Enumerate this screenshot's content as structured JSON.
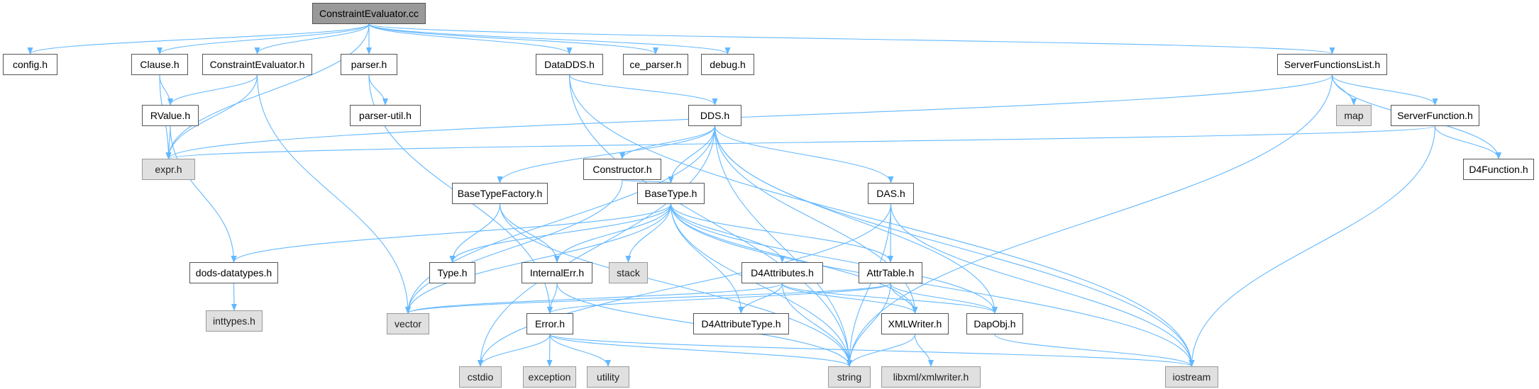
{
  "title": "ConstraintEvaluator.cc",
  "edge_color": "#63b8ff",
  "nodes": {
    "ConstraintEvaluator_cc": {
      "label": "ConstraintEvaluator.cc",
      "kind": "root"
    },
    "config_h": {
      "label": "config.h",
      "kind": "file"
    },
    "Clause_h": {
      "label": "Clause.h",
      "kind": "file"
    },
    "ConstraintEvaluator_h": {
      "label": "ConstraintEvaluator.h",
      "kind": "file"
    },
    "parser_h": {
      "label": "parser.h",
      "kind": "file"
    },
    "DataDDS_h": {
      "label": "DataDDS.h",
      "kind": "file"
    },
    "ce_parser_h": {
      "label": "ce_parser.h",
      "kind": "file"
    },
    "debug_h": {
      "label": "debug.h",
      "kind": "file"
    },
    "ServerFunctionsList_h": {
      "label": "ServerFunctionsList.h",
      "kind": "file"
    },
    "RValue_h": {
      "label": "RValue.h",
      "kind": "file"
    },
    "parser_util_h": {
      "label": "parser-util.h",
      "kind": "file"
    },
    "DDS_h": {
      "label": "DDS.h",
      "kind": "file"
    },
    "map": {
      "label": "map",
      "kind": "system"
    },
    "ServerFunction_h": {
      "label": "ServerFunction.h",
      "kind": "file"
    },
    "expr_h": {
      "label": "expr.h",
      "kind": "system"
    },
    "Constructor_h": {
      "label": "Constructor.h",
      "kind": "file"
    },
    "D4Function_h": {
      "label": "D4Function.h",
      "kind": "file"
    },
    "BaseTypeFactory_h": {
      "label": "BaseTypeFactory.h",
      "kind": "file"
    },
    "BaseType_h": {
      "label": "BaseType.h",
      "kind": "file"
    },
    "DAS_h": {
      "label": "DAS.h",
      "kind": "file"
    },
    "dods_datatypes_h": {
      "label": "dods-datatypes.h",
      "kind": "file"
    },
    "Type_h": {
      "label": "Type.h",
      "kind": "file"
    },
    "InternalErr_h": {
      "label": "InternalErr.h",
      "kind": "file"
    },
    "stack": {
      "label": "stack",
      "kind": "system"
    },
    "D4Attributes_h": {
      "label": "D4Attributes.h",
      "kind": "file"
    },
    "AttrTable_h": {
      "label": "AttrTable.h",
      "kind": "file"
    },
    "inttypes_h": {
      "label": "inttypes.h",
      "kind": "system"
    },
    "vector": {
      "label": "vector",
      "kind": "system"
    },
    "Error_h": {
      "label": "Error.h",
      "kind": "file"
    },
    "D4AttributeType_h": {
      "label": "D4AttributeType.h",
      "kind": "file"
    },
    "XMLWriter_h": {
      "label": "XMLWriter.h",
      "kind": "file"
    },
    "DapObj_h": {
      "label": "DapObj.h",
      "kind": "file"
    },
    "cstdio": {
      "label": "cstdio",
      "kind": "system"
    },
    "exception": {
      "label": "exception",
      "kind": "system"
    },
    "utility": {
      "label": "utility",
      "kind": "system"
    },
    "string": {
      "label": "string",
      "kind": "system"
    },
    "libxml_xmlwriter_h": {
      "label": "libxml/xmlwriter.h",
      "kind": "system"
    },
    "iostream": {
      "label": "iostream",
      "kind": "system"
    }
  },
  "edges": [
    [
      "ConstraintEvaluator_cc",
      "config_h"
    ],
    [
      "ConstraintEvaluator_cc",
      "Clause_h"
    ],
    [
      "ConstraintEvaluator_cc",
      "ConstraintEvaluator_h"
    ],
    [
      "ConstraintEvaluator_cc",
      "parser_h"
    ],
    [
      "ConstraintEvaluator_cc",
      "DataDDS_h"
    ],
    [
      "ConstraintEvaluator_cc",
      "ce_parser_h"
    ],
    [
      "ConstraintEvaluator_cc",
      "debug_h"
    ],
    [
      "ConstraintEvaluator_cc",
      "ServerFunctionsList_h"
    ],
    [
      "ConstraintEvaluator_cc",
      "expr_h"
    ],
    [
      "Clause_h",
      "RValue_h"
    ],
    [
      "Clause_h",
      "expr_h"
    ],
    [
      "ConstraintEvaluator_h",
      "RValue_h"
    ],
    [
      "ConstraintEvaluator_h",
      "expr_h"
    ],
    [
      "ConstraintEvaluator_h",
      "vector"
    ],
    [
      "RValue_h",
      "expr_h"
    ],
    [
      "RValue_h",
      "dods_datatypes_h"
    ],
    [
      "parser_h",
      "parser_util_h"
    ],
    [
      "parser_h",
      "Error_h"
    ],
    [
      "DataDDS_h",
      "DDS_h"
    ],
    [
      "DataDDS_h",
      "iostream"
    ],
    [
      "DataDDS_h",
      "string"
    ],
    [
      "ServerFunctionsList_h",
      "map"
    ],
    [
      "ServerFunctionsList_h",
      "ServerFunction_h"
    ],
    [
      "ServerFunctionsList_h",
      "D4Function_h"
    ],
    [
      "ServerFunctionsList_h",
      "expr_h"
    ],
    [
      "ServerFunctionsList_h",
      "string"
    ],
    [
      "ServerFunction_h",
      "D4Function_h"
    ],
    [
      "ServerFunction_h",
      "expr_h"
    ],
    [
      "ServerFunction_h",
      "iostream"
    ],
    [
      "DDS_h",
      "Constructor_h"
    ],
    [
      "DDS_h",
      "BaseTypeFactory_h"
    ],
    [
      "DDS_h",
      "BaseType_h"
    ],
    [
      "DDS_h",
      "DAS_h"
    ],
    [
      "DDS_h",
      "cstdio"
    ],
    [
      "DDS_h",
      "vector"
    ],
    [
      "DDS_h",
      "string"
    ],
    [
      "DDS_h",
      "iostream"
    ],
    [
      "DDS_h",
      "DapObj_h"
    ],
    [
      "DDS_h",
      "XMLWriter_h"
    ],
    [
      "Constructor_h",
      "BaseType_h"
    ],
    [
      "Constructor_h",
      "vector"
    ],
    [
      "BaseTypeFactory_h",
      "Type_h"
    ],
    [
      "BaseTypeFactory_h",
      "InternalErr_h"
    ],
    [
      "BaseTypeFactory_h",
      "string"
    ],
    [
      "BaseType_h",
      "dods_datatypes_h"
    ],
    [
      "BaseType_h",
      "Type_h"
    ],
    [
      "BaseType_h",
      "InternalErr_h"
    ],
    [
      "BaseType_h",
      "stack"
    ],
    [
      "BaseType_h",
      "D4Attributes_h"
    ],
    [
      "BaseType_h",
      "AttrTable_h"
    ],
    [
      "BaseType_h",
      "vector"
    ],
    [
      "BaseType_h",
      "D4AttributeType_h"
    ],
    [
      "BaseType_h",
      "DapObj_h"
    ],
    [
      "BaseType_h",
      "string"
    ],
    [
      "BaseType_h",
      "iostream"
    ],
    [
      "BaseType_h",
      "XMLWriter_h"
    ],
    [
      "DAS_h",
      "AttrTable_h"
    ],
    [
      "DAS_h",
      "cstdio"
    ],
    [
      "DAS_h",
      "string"
    ],
    [
      "DAS_h",
      "iostream"
    ],
    [
      "dods_datatypes_h",
      "inttypes_h"
    ],
    [
      "InternalErr_h",
      "Error_h"
    ],
    [
      "InternalErr_h",
      "string"
    ],
    [
      "D4Attributes_h",
      "vector"
    ],
    [
      "D4Attributes_h",
      "D4AttributeType_h"
    ],
    [
      "D4Attributes_h",
      "XMLWriter_h"
    ],
    [
      "D4Attributes_h",
      "DapObj_h"
    ],
    [
      "D4Attributes_h",
      "string"
    ],
    [
      "AttrTable_h",
      "vector"
    ],
    [
      "AttrTable_h",
      "Error_h"
    ],
    [
      "AttrTable_h",
      "string"
    ],
    [
      "AttrTable_h",
      "XMLWriter_h"
    ],
    [
      "AttrTable_h",
      "DapObj_h"
    ],
    [
      "Error_h",
      "cstdio"
    ],
    [
      "Error_h",
      "exception"
    ],
    [
      "Error_h",
      "utility"
    ],
    [
      "Error_h",
      "string"
    ],
    [
      "Error_h",
      "iostream"
    ],
    [
      "XMLWriter_h",
      "libxml_xmlwriter_h"
    ],
    [
      "XMLWriter_h",
      "string"
    ],
    [
      "DapObj_h",
      "iostream"
    ]
  ]
}
